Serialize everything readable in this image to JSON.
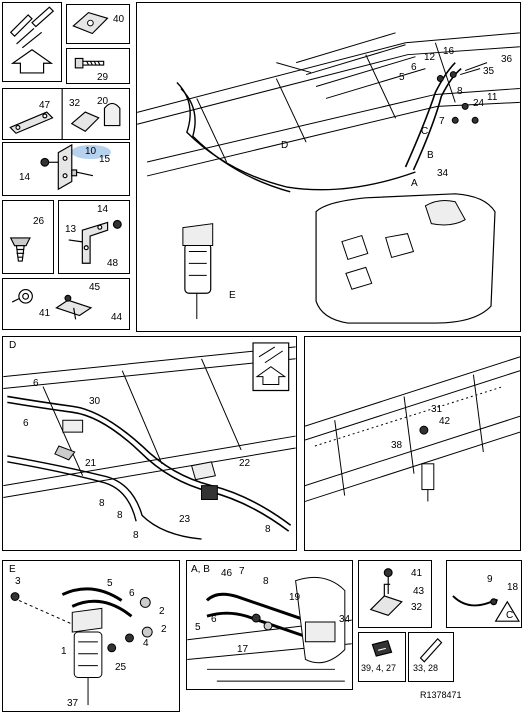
{
  "figure_id": "R1378471",
  "views": {
    "main": "",
    "d": "D",
    "e": "E",
    "ab": "A, B",
    "c_tri": "C"
  },
  "callouts": {
    "p40": "40",
    "p29": "29",
    "p47": "47",
    "p32a": "32",
    "p20": "20",
    "p10": "10",
    "p15": "15",
    "p14a": "14",
    "p26": "26",
    "p14b": "14",
    "p13": "13",
    "p48": "48",
    "p45": "45",
    "p41a": "41",
    "p44": "44",
    "main_12": "12",
    "main_16": "16",
    "main_36": "36",
    "main_6": "6",
    "main_35": "35",
    "main_5": "5",
    "main_8": "8",
    "main_24": "24",
    "main_11": "11",
    "main_7": "7",
    "main_C": "C",
    "main_D": "D",
    "main_B": "B",
    "main_A": "A",
    "main_34": "34",
    "main_E": "E",
    "d_6a": "6",
    "d_6b": "6",
    "d_30": "30",
    "d_21": "21",
    "d_8a": "8",
    "d_8b": "8",
    "d_8c": "8",
    "d_22": "22",
    "d_23": "23",
    "d_8d": "8",
    "r_31": "31",
    "r_42": "42",
    "r_38": "38",
    "e_3": "3",
    "e_5a": "5",
    "e_6a": "6",
    "e_2a": "2",
    "e_2b": "2",
    "e_1": "1",
    "e_4": "4",
    "e_25": "25",
    "e_37": "37",
    "ab_46": "46",
    "ab_7": "7",
    "ab_8": "8",
    "ab_19": "19",
    "ab_5": "5",
    "ab_6": "6",
    "ab_17": "17",
    "ab_34": "34",
    "s_41": "41",
    "s_43": "43",
    "s_32": "32",
    "s_39": "39, 4, 27",
    "s_33": "33, 28",
    "c_9": "9",
    "c_18": "18"
  }
}
